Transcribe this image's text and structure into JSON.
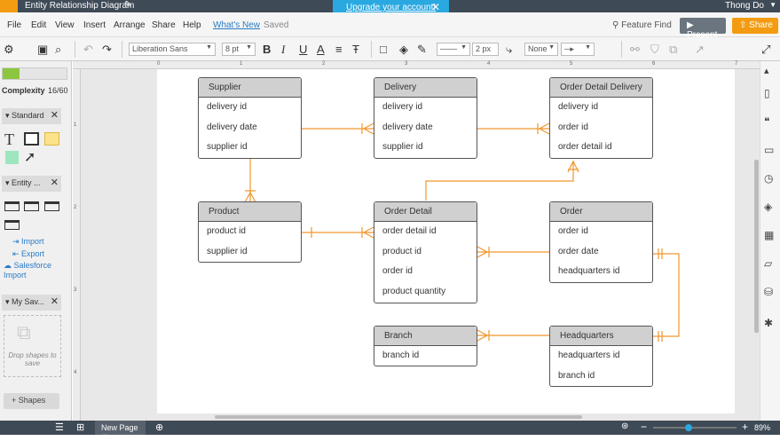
{
  "titlebar": {
    "title": "Entity Relationship Diagram",
    "user": "Thong Do"
  },
  "upgrade": {
    "label": "Upgrade your account!"
  },
  "menu": {
    "items": [
      "File",
      "Edit",
      "View",
      "Insert",
      "Arrange",
      "Share",
      "Help"
    ],
    "whats_new": "What's New",
    "saved": "Saved"
  },
  "feature_find": "Feature Find",
  "present_label": "Present",
  "share_label": "Share",
  "toolbar": {
    "font": "Liberation Sans",
    "font_size": "8 pt",
    "line_width": "2 px",
    "arrow_start": "None"
  },
  "left_panel": {
    "complexity_label": "Complexity",
    "complexity_value": "16/60",
    "complexity_fraction": 0.267,
    "libraries": [
      "Standard",
      "Entity ...",
      "My Sav..."
    ],
    "links": [
      "Import",
      "Export",
      "Salesforce Import"
    ],
    "drop_text": "Drop shapes to save",
    "shapes_button": "Shapes"
  },
  "rulers": {
    "top": [
      "0",
      "1",
      "2",
      "3",
      "4",
      "5",
      "6",
      "7"
    ],
    "left": [
      "1",
      "2",
      "3",
      "4"
    ]
  },
  "entities": [
    {
      "name": "Supplier",
      "fields": [
        "delivery id",
        "delivery date",
        "supplier id"
      ]
    },
    {
      "name": "Delivery",
      "fields": [
        "delivery id",
        "delivery date",
        "supplier id"
      ]
    },
    {
      "name": "Order Detail Delivery",
      "fields": [
        "delivery id",
        "order id",
        "order detail id"
      ]
    },
    {
      "name": "Product",
      "fields": [
        "product id",
        "supplier id"
      ]
    },
    {
      "name": "Order Detail",
      "fields": [
        "order detail id",
        "product id",
        "order id",
        "product quantity"
      ]
    },
    {
      "name": "Order",
      "fields": [
        "order id",
        "order date",
        "headquarters id"
      ]
    },
    {
      "name": "Branch",
      "fields": [
        "branch id"
      ]
    },
    {
      "name": "Headquarters",
      "fields": [
        "headquarters id",
        "branch id"
      ]
    }
  ],
  "bottom": {
    "page_tab": "New Page",
    "zoom": "89%"
  },
  "colors": {
    "connector": "#f0962d",
    "accent": "#2aa8e0",
    "orange": "#f39c12"
  }
}
